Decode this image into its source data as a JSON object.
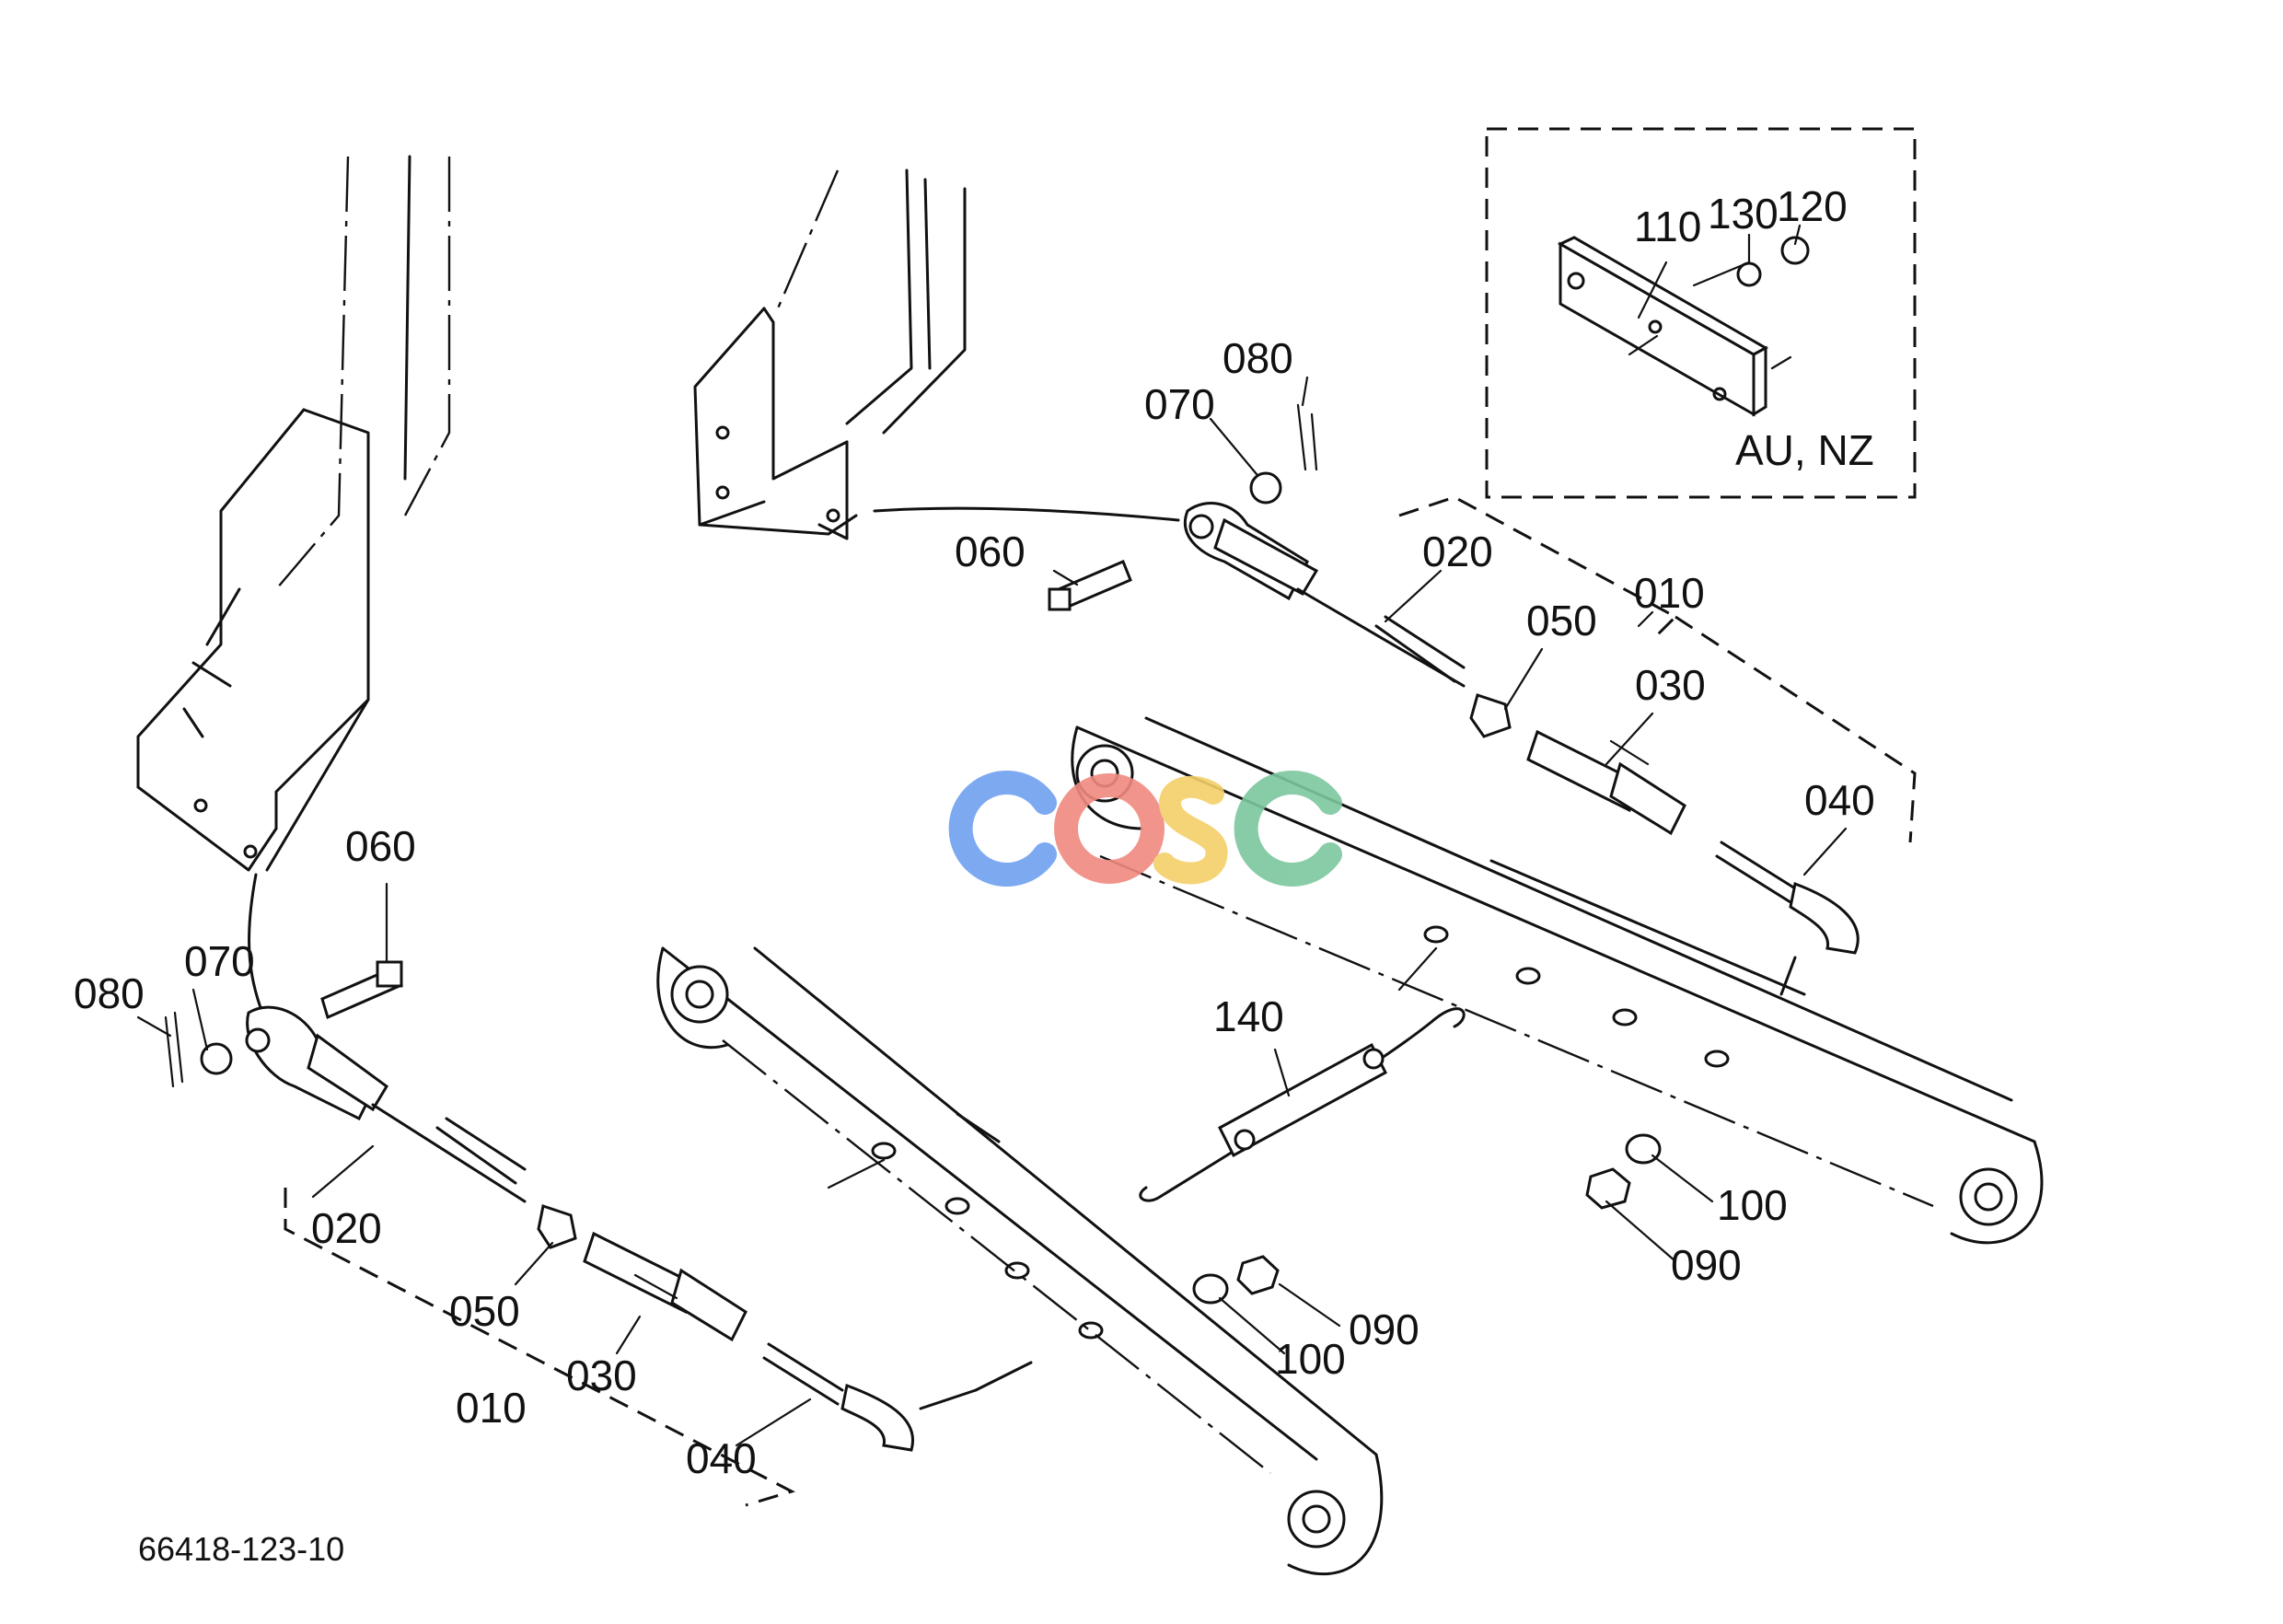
{
  "drawing_number": "66418-123-10",
  "region_note": "AU, NZ",
  "watermark": "cesc",
  "callouts": {
    "top": {
      "p010": "010",
      "p020": "020",
      "p030": "030",
      "p040": "040",
      "p050": "050",
      "p060": "060",
      "p070": "070",
      "p080": "080"
    },
    "inset": {
      "p110": "110",
      "p120": "120",
      "p130": "130"
    },
    "lower_links": {
      "p090a": "090",
      "p100a": "100",
      "p090b": "090",
      "p100b": "100",
      "p140": "140"
    },
    "left": {
      "p010": "010",
      "p020": "020",
      "p030": "030",
      "p040": "040",
      "p050": "050",
      "p060": "060",
      "p070": "070",
      "p080": "080"
    }
  },
  "colors": {
    "line": "#111111",
    "logo_blue": "#6fa0f0",
    "logo_red": "#f08a80",
    "logo_yellow": "#f5d06a",
    "logo_green": "#7cc79e"
  }
}
